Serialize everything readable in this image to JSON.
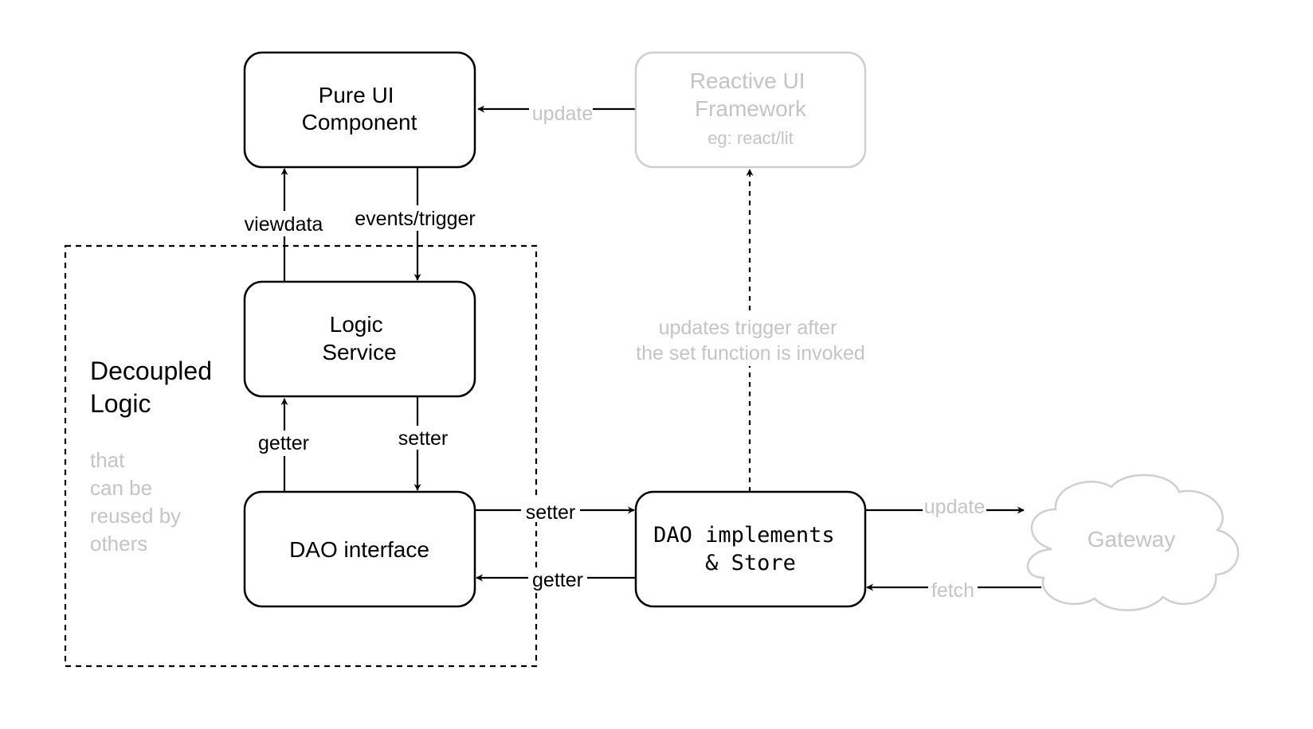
{
  "region": {
    "title_lines": [
      "Decoupled",
      "Logic"
    ],
    "subtitle_lines": [
      "that",
      "can be",
      "reused by",
      "others"
    ]
  },
  "nodes": {
    "pure_ui": {
      "lines": [
        "Pure UI",
        "Component"
      ]
    },
    "reactive_ui": {
      "lines": [
        "Reactive UI",
        "Framework"
      ],
      "note": "eg: react/lit"
    },
    "logic_service": {
      "lines": [
        "Logic",
        "Service"
      ]
    },
    "dao_interface": {
      "lines": [
        "DAO interface"
      ]
    },
    "dao_store": {
      "lines": [
        "DAO implements",
        "& Store"
      ]
    },
    "gateway": {
      "lines": [
        "Gateway"
      ]
    }
  },
  "edges": {
    "reactive_to_ui": "update",
    "logic_to_ui": "viewdata",
    "ui_to_logic": "events/trigger",
    "dao_to_logic": "getter",
    "logic_to_dao": "setter",
    "dao_to_store": "setter",
    "store_to_dao": "getter",
    "store_to_reactive_lines": [
      "updates trigger after",
      "the set function is invoked"
    ],
    "store_to_gateway": "update",
    "gateway_to_store": "fetch"
  },
  "colors": {
    "primary": "#000000",
    "muted_text": "#c4c4c4",
    "muted_border": "#cfcfcf"
  }
}
